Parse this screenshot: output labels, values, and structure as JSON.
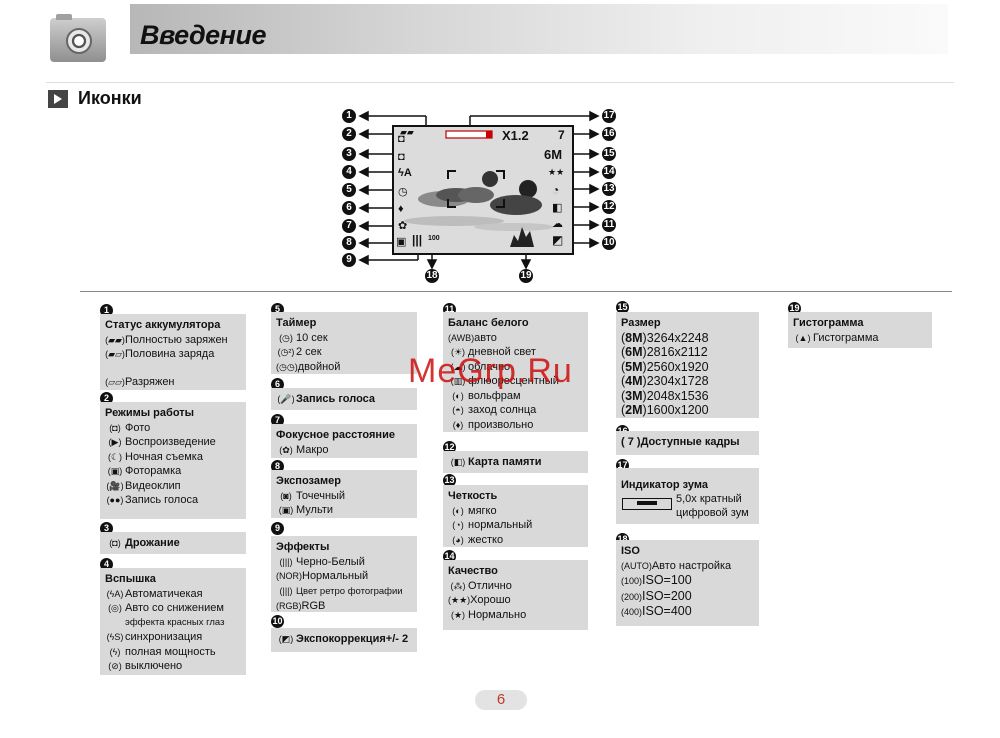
{
  "page": {
    "title": "Введение",
    "section": "Иконки",
    "page_number": "6",
    "watermark": "MeGrp.Ru"
  },
  "screen": {
    "zoom": "X1.2",
    "shots": "7",
    "size": "6M",
    "quality": "★★",
    "iso_small": "100",
    "callouts_left": [
      "1",
      "2",
      "3",
      "4",
      "5",
      "6",
      "7",
      "8",
      "9"
    ],
    "callouts_right": [
      "17",
      "16",
      "15",
      "14",
      "13",
      "12",
      "11",
      "10"
    ],
    "callouts_bottom": [
      "18",
      "19"
    ]
  },
  "boxes": {
    "b1": {
      "num": "1",
      "title": "Статус аккумулятора",
      "rows": [
        {
          "icon": "(▰▰)",
          "text": "Полностью заряжен"
        },
        {
          "icon": "(▰▱)",
          "text": "Половина заряда"
        },
        {
          "icon": "(▱▱)",
          "text": "Разряжен"
        }
      ]
    },
    "b2": {
      "num": "2",
      "title": "Режимы работы",
      "rows": [
        {
          "icon": "(◘)",
          "text": "Фото"
        },
        {
          "icon": "(▶)",
          "text": "Воспроизведение"
        },
        {
          "icon": "(☾)",
          "text": "Ночная съемка"
        },
        {
          "icon": "(▣)",
          "text": "Фоторамка"
        },
        {
          "icon": "(🎥)",
          "text": "Видеоклип"
        },
        {
          "icon": "(●●)",
          "text": "Запись голоса"
        }
      ]
    },
    "b3": {
      "num": "3",
      "icon": "(◘)",
      "title": "Дрожание"
    },
    "b4": {
      "num": "4",
      "title": "Вспышка",
      "rows": [
        {
          "icon": "(ϟA)",
          "text": "Автоматичекая"
        },
        {
          "icon": "(◎)",
          "text": "Авто со снижением"
        },
        {
          "icon": "",
          "text": "эффекта красных глаз"
        },
        {
          "icon": "(ϟS)",
          "text": "синхронизация"
        },
        {
          "icon": "(ϟ)",
          "text": "полная мощность"
        },
        {
          "icon": "(⊘)",
          "text": "выключено"
        }
      ]
    },
    "b5": {
      "num": "5",
      "title": "Таймер",
      "rows": [
        {
          "icon": "(◷)",
          "text": "10 сек"
        },
        {
          "icon": "(◷²)",
          "text": "2 сек"
        },
        {
          "icon": "(◷◷)",
          "text": "двойной"
        }
      ]
    },
    "b6": {
      "num": "6",
      "icon": "(🎤)",
      "title": "Запись голоса"
    },
    "b7": {
      "num": "7",
      "title": "Фокусное расстояние",
      "rows": [
        {
          "icon": "(✿)",
          "text": "Макро"
        }
      ]
    },
    "b8": {
      "num": "8",
      "title": "Экспозамер",
      "rows": [
        {
          "icon": "(◙)",
          "text": "Точечный"
        },
        {
          "icon": "(▣)",
          "text": "Мульти"
        }
      ]
    },
    "b9": {
      "num": "9",
      "title": "Эффекты",
      "rows": [
        {
          "icon": "(|||)",
          "text": "Черно-Белый"
        },
        {
          "icon": "(NOR)",
          "text": "Нормальный"
        },
        {
          "icon": "(|||)",
          "text": "Цвет ретро фотографии"
        },
        {
          "icon": "(RGB)",
          "text": "RGB"
        }
      ]
    },
    "b10": {
      "num": "10",
      "icon": "(◩)",
      "title": "Экспокоррекция",
      "suffix": "+/- 2"
    },
    "b11": {
      "num": "11",
      "title": "Баланс белого",
      "rows": [
        {
          "icon": "(AWB)",
          "text": "авто"
        },
        {
          "icon": "(☀)",
          "text": "дневной свет"
        },
        {
          "icon": "(☁)",
          "text": "облачно"
        },
        {
          "icon": "(▥)",
          "text": "флюоресцентный"
        },
        {
          "icon": "(◐)",
          "text": "вольфрам"
        },
        {
          "icon": "(◓)",
          "text": "заход солнца"
        },
        {
          "icon": "(♦)",
          "text": "произвольно"
        }
      ]
    },
    "b12": {
      "num": "12",
      "icon": "(◧)",
      "title": "Карта памяти"
    },
    "b13": {
      "num": "13",
      "title": "Четкость",
      "rows": [
        {
          "icon": "(◐)",
          "text": "мягко"
        },
        {
          "icon": "(◔)",
          "text": "нормальный"
        },
        {
          "icon": "(◕)",
          "text": "жестко"
        }
      ]
    },
    "b14": {
      "num": "14",
      "title": "Качество",
      "rows": [
        {
          "icon": "(⁂)",
          "text": "Отлично"
        },
        {
          "icon": "(★★)",
          "text": "Хорошо"
        },
        {
          "icon": "(★)",
          "text": "Нормально"
        }
      ]
    },
    "b15": {
      "num": "15",
      "title": "Размер",
      "rows": [
        {
          "icon": "8M",
          "text": "3264x2248"
        },
        {
          "icon": "6M",
          "text": "2816x2112"
        },
        {
          "icon": "5M",
          "text": "2560x1920"
        },
        {
          "icon": "4M",
          "text": "2304x1728"
        },
        {
          "icon": "3M",
          "text": "2048x1536"
        },
        {
          "icon": "2M",
          "text": "1600x1200"
        }
      ]
    },
    "b16": {
      "num": "16",
      "icon": "( 7 )",
      "title": "Доступные кадры"
    },
    "b17": {
      "num": "17",
      "title": "Индикатор зума",
      "text1": "5,0х кратный",
      "text2": "цифровой зум"
    },
    "b18": {
      "num": "18",
      "title": "ISO",
      "rows": [
        {
          "icon": "(AUTO)",
          "text": "Авто настройка"
        },
        {
          "icon": "(100)",
          "text": "ISO=100"
        },
        {
          "icon": "(200)",
          "text": "ISO=200"
        },
        {
          "icon": "(400)",
          "text": "ISO=400"
        }
      ]
    },
    "b19": {
      "num": "19",
      "title": "Гистограмма",
      "rows": [
        {
          "icon": "(▲)",
          "text": "Гистограмма"
        }
      ]
    }
  }
}
